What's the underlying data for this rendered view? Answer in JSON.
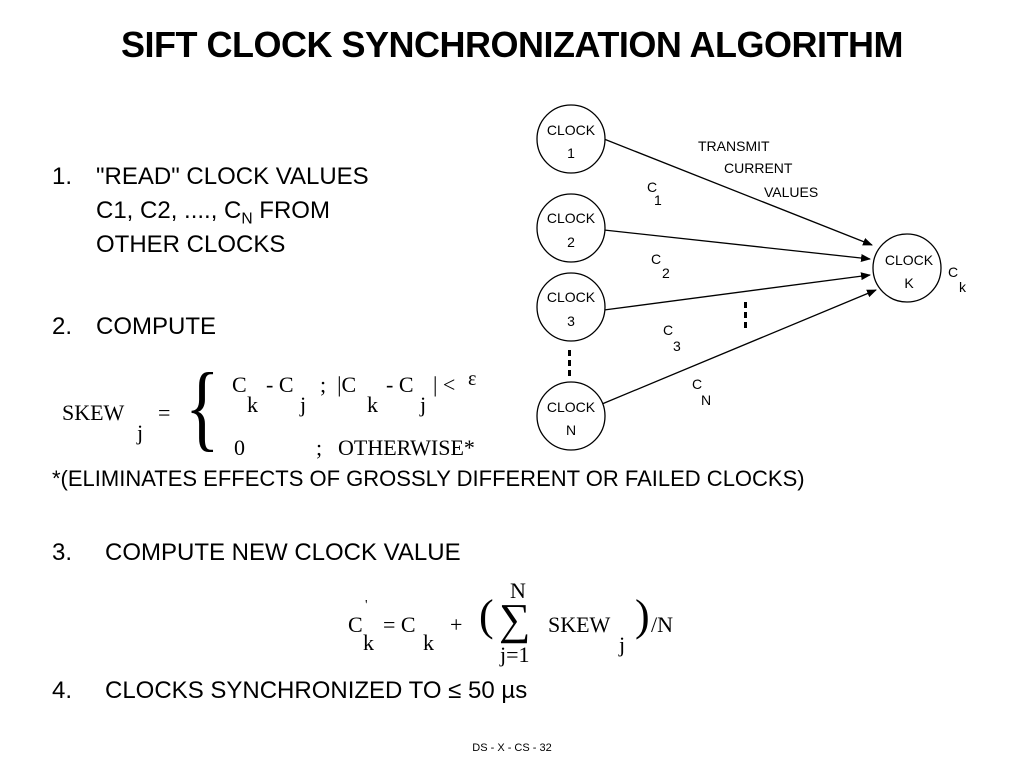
{
  "slide": {
    "title": "SIFT CLOCK SYNCHRONIZATION ALGORITHM",
    "footer": "DS - X - CS - 32"
  },
  "steps": [
    {
      "number": "1.",
      "lines": [
        "\"READ\" CLOCK VALUES",
        "C1, C2, ...., C",
        "N",
        " FROM",
        "OTHER CLOCKS"
      ]
    },
    {
      "number": "2.",
      "text": "COMPUTE"
    },
    {
      "number": "3.",
      "text": "COMPUTE NEW CLOCK VALUE"
    },
    {
      "number": "4.",
      "text": "CLOCKS SYNCHRONIZED TO ≤ 50 µs"
    }
  ],
  "note": "*(ELIMINATES EFFECTS OF GROSSLY DIFFERENT OR FAILED CLOCKS)",
  "skew_formula": {
    "lhs": "SKEW",
    "lhs_sub": "j",
    "equals": "=",
    "brace": "{",
    "case1": {
      "C": "C",
      "k": "k",
      "minus": "- C",
      "j": "j",
      "sep": ";  |C",
      "k2": "k",
      "minus2": "- C",
      "j2": "j",
      "lt": "| <",
      "eps": "ε"
    },
    "case2": {
      "value": "0",
      "sep": ";",
      "otherwise": "OTHERWISE*"
    }
  },
  "new_value_formula": {
    "C": "C",
    "prime": "'",
    "k": "k",
    "eq": "= C",
    "k2": "k",
    "plus": "+",
    "lparen": "(",
    "sigma": "∑",
    "upper": "N",
    "lower": "j=1",
    "skew": "SKEW",
    "j": "j",
    "rparen": ")",
    "divN": "/N"
  },
  "diagram": {
    "clocks": [
      {
        "label": "CLOCK",
        "index": "1"
      },
      {
        "label": "CLOCK",
        "index": "2"
      },
      {
        "label": "CLOCK",
        "index": "3"
      },
      {
        "label": "CLOCK",
        "index": "N"
      }
    ],
    "target": {
      "label": "CLOCK",
      "index": "K",
      "value_C": "C",
      "value_sub": "k"
    },
    "annotation": [
      "TRANSMIT",
      "CURRENT",
      "VALUES"
    ],
    "edge_labels": [
      {
        "C": "C",
        "sub": "1"
      },
      {
        "C": "C",
        "sub": "2"
      },
      {
        "C": "C",
        "sub": "3"
      },
      {
        "C": "C",
        "sub": "N"
      }
    ]
  }
}
